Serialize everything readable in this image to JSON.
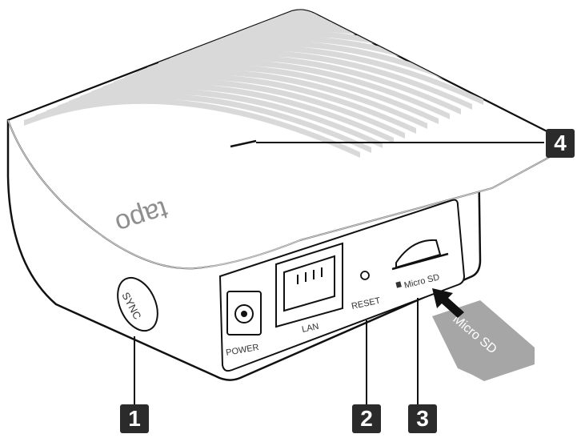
{
  "device": {
    "brand": "tapo",
    "sync_label": "SYNC",
    "ports": {
      "power": "POWER",
      "lan": "LAN",
      "reset": "RESET",
      "microsd_slot": "Micro SD"
    },
    "card_label": "Micro SD"
  },
  "callouts": [
    {
      "number": "1"
    },
    {
      "number": "2"
    },
    {
      "number": "3"
    },
    {
      "number": "4"
    }
  ],
  "colors": {
    "body": "#ffffff",
    "outline": "#111111",
    "ribs": "#d9d9d9",
    "callout_bg": "#2b2b2b",
    "card": "#a6a6a6"
  }
}
